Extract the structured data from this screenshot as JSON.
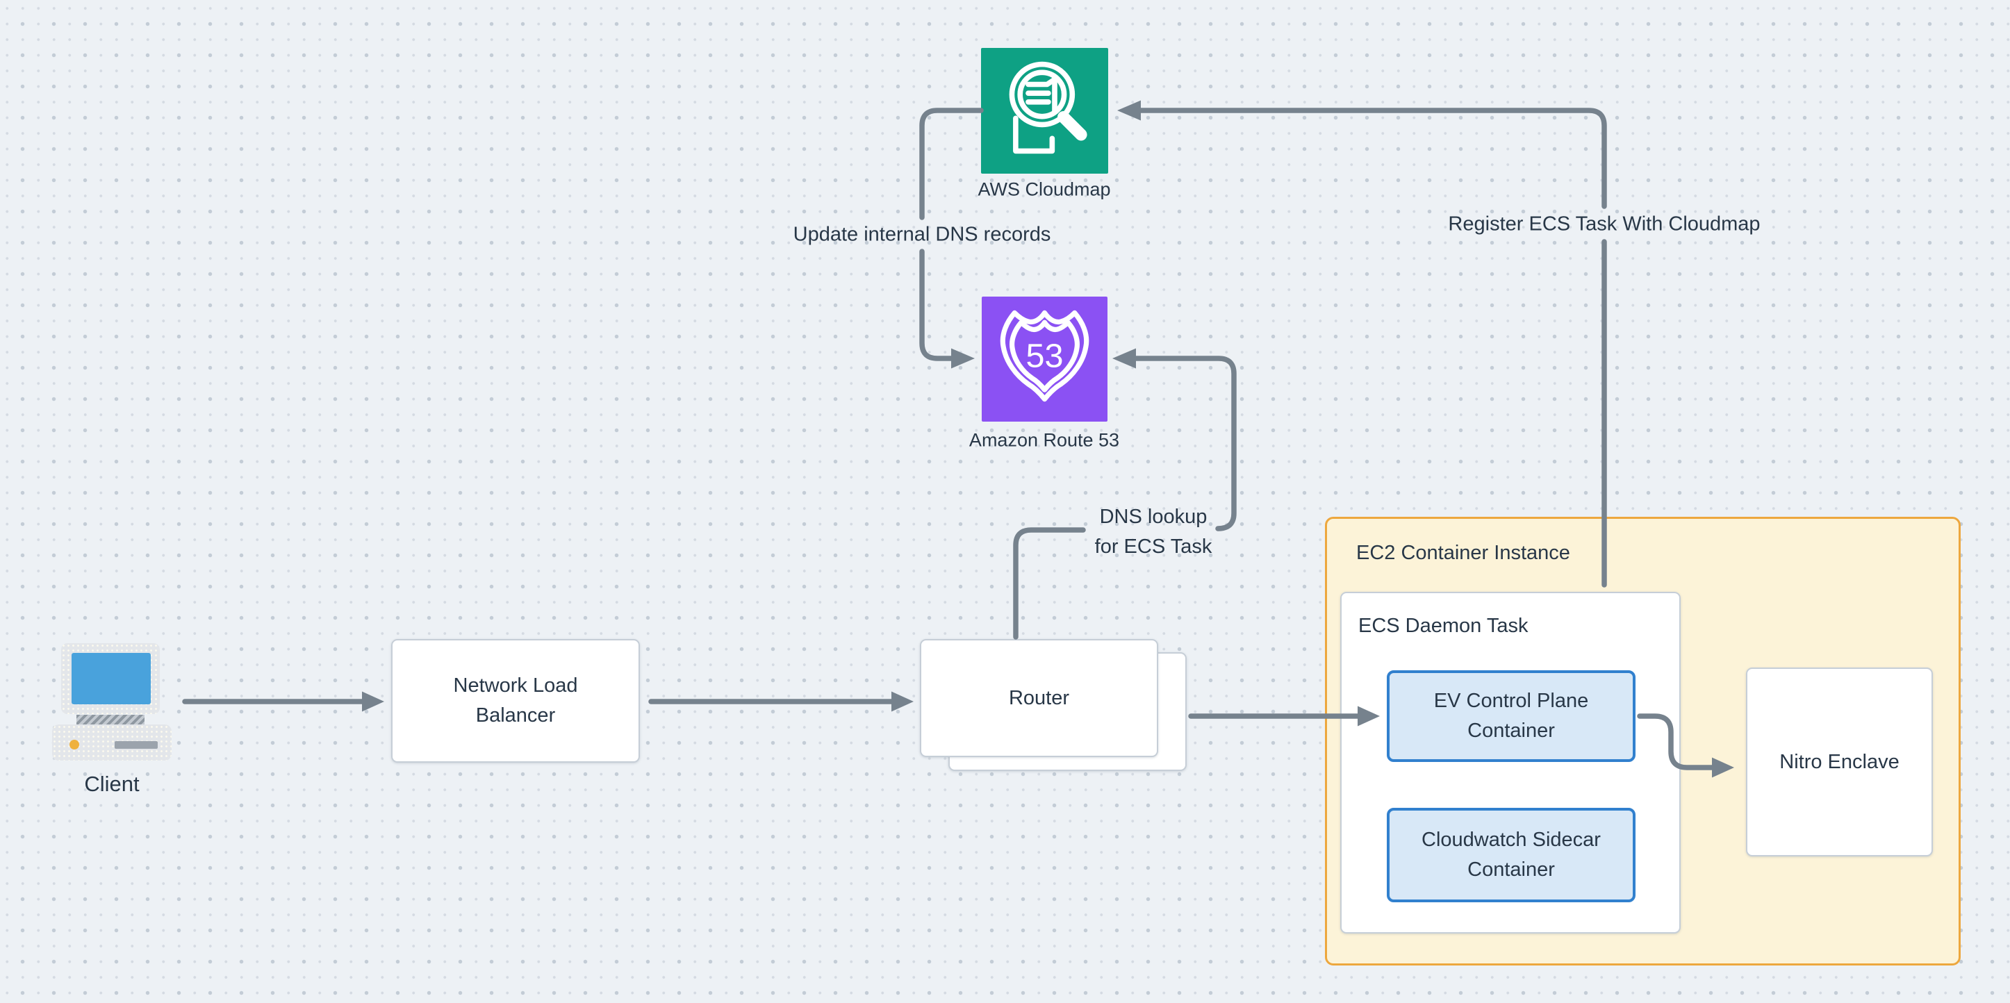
{
  "diagram": {
    "client": {
      "label": "Client"
    },
    "nlb": {
      "label": "Network Load Balancer"
    },
    "router": {
      "label": "Router"
    },
    "cloudmap": {
      "caption": "AWS Cloudmap"
    },
    "route53": {
      "caption": "Amazon Route 53",
      "badge": "53"
    },
    "ec2": {
      "title": "EC2 Container Instance"
    },
    "ecs": {
      "title": "ECS Daemon Task"
    },
    "ev_container": {
      "label": "EV Control Plane Container"
    },
    "cloudwatch_container": {
      "label": "Cloudwatch Sidecar Container"
    },
    "nitro": {
      "label": "Nitro Enclave"
    },
    "edges": {
      "update_dns": "Update internal DNS records",
      "register": "Register ECS Task With Cloudmap",
      "dns_lookup_line1": "DNS lookup",
      "dns_lookup_line2": "for ECS Task"
    },
    "colors": {
      "background": "#edf1f5",
      "wire_gray": "#76828d",
      "text_dark": "#283747",
      "cloudmap_green": "#0ea184",
      "route53_purple": "#8b51f3",
      "ec2_border": "#eda73e",
      "ec2_fill": "#fcf3d8",
      "container_border_blue": "#3180ce",
      "container_fill_blue": "#d8e8f7",
      "box_border_gray": "#c6ced7",
      "screen_blue": "#49a2dc"
    }
  }
}
